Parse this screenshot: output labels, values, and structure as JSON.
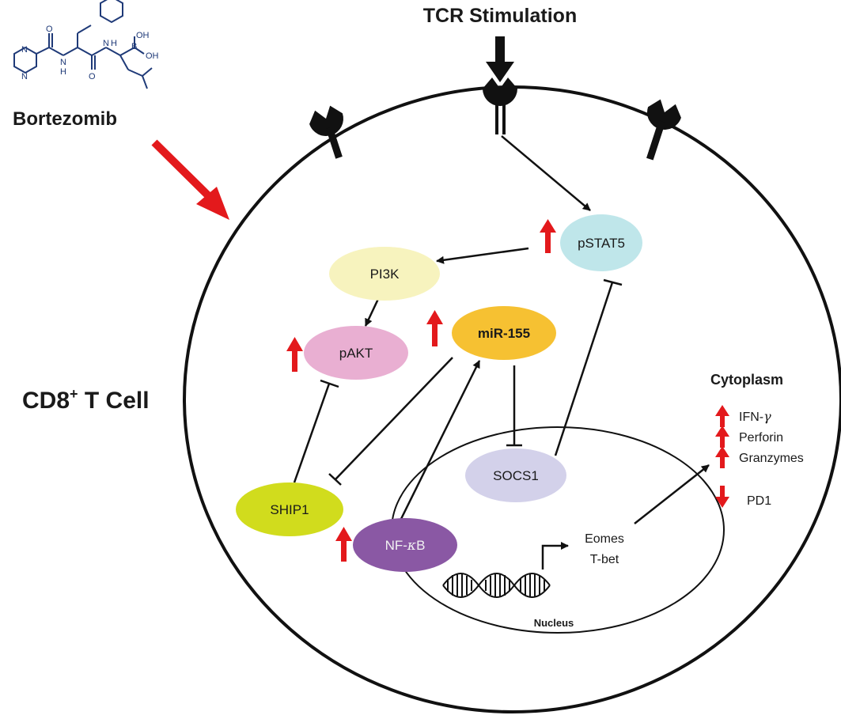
{
  "drug": {
    "name": "Bortezomib"
  },
  "stimulus": {
    "label": "TCR Stimulation"
  },
  "cell": {
    "label_main": "CD8",
    "label_sup": "+",
    "label_rest": " T Cell"
  },
  "compartments": {
    "cytoplasm": "Cytoplasm",
    "nucleus": "Nucleus"
  },
  "nodes": {
    "pstat5": "pSTAT5",
    "pi3k": "PI3K",
    "pakt": "pAKT",
    "mir155": "miR-155",
    "socs1": "SOCS1",
    "ship1": "SHIP1",
    "nfkb_prefix": "NF-",
    "nfkb_kappa": "κ",
    "nfkb_suffix": "B"
  },
  "genes": {
    "eomes": "Eomes",
    "tbet": "T-bet"
  },
  "outputs": {
    "ifng_prefix": "IFN-",
    "ifng_gamma": "γ",
    "perforin": "Perforin",
    "granzymes": "Granzymes",
    "pd1": "PD1"
  },
  "colors": {
    "pstat5": "#bfe6ea",
    "pi3k": "#f7f3be",
    "pakt": "#e9afd2",
    "mir155": "#f6c132",
    "socs1": "#d3d1ea",
    "ship1": "#d1dc1d",
    "nfkb": "#8a58a4",
    "up_arrow": "#e3191c",
    "drug_arrow": "#e3191c",
    "molecule": "#1f3a78"
  }
}
